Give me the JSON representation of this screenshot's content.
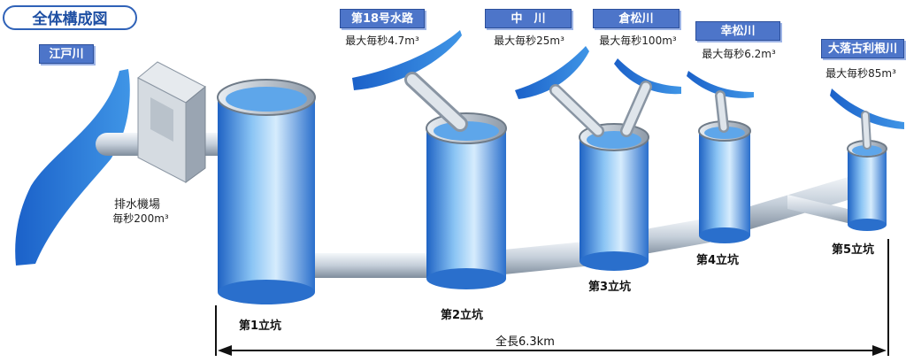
{
  "title": "全体構成図",
  "river_edogawa": "江戸川",
  "pump_station": {
    "name": "排水機場",
    "capacity": "毎秒200m³"
  },
  "inflows": [
    {
      "name": "第18号水路",
      "capacity": "最大毎秒4.7m³"
    },
    {
      "name": "中　川",
      "capacity": "最大毎秒25m³"
    },
    {
      "name": "倉松川",
      "capacity": "最大毎秒100m³"
    },
    {
      "name": "幸松川",
      "capacity": "最大毎秒6.2m³"
    },
    {
      "name": "大落古利根川",
      "capacity": "最大毎秒85m³"
    }
  ],
  "shafts": [
    "第1立坑",
    "第2立坑",
    "第3立坑",
    "第4立坑",
    "第5立坑"
  ],
  "total_length": "全長6.3km",
  "colors": {
    "water": "#2e7fd6",
    "pipe": "#c9d3de",
    "tag": "#4d75c9",
    "title_border": "#2f62b8"
  }
}
